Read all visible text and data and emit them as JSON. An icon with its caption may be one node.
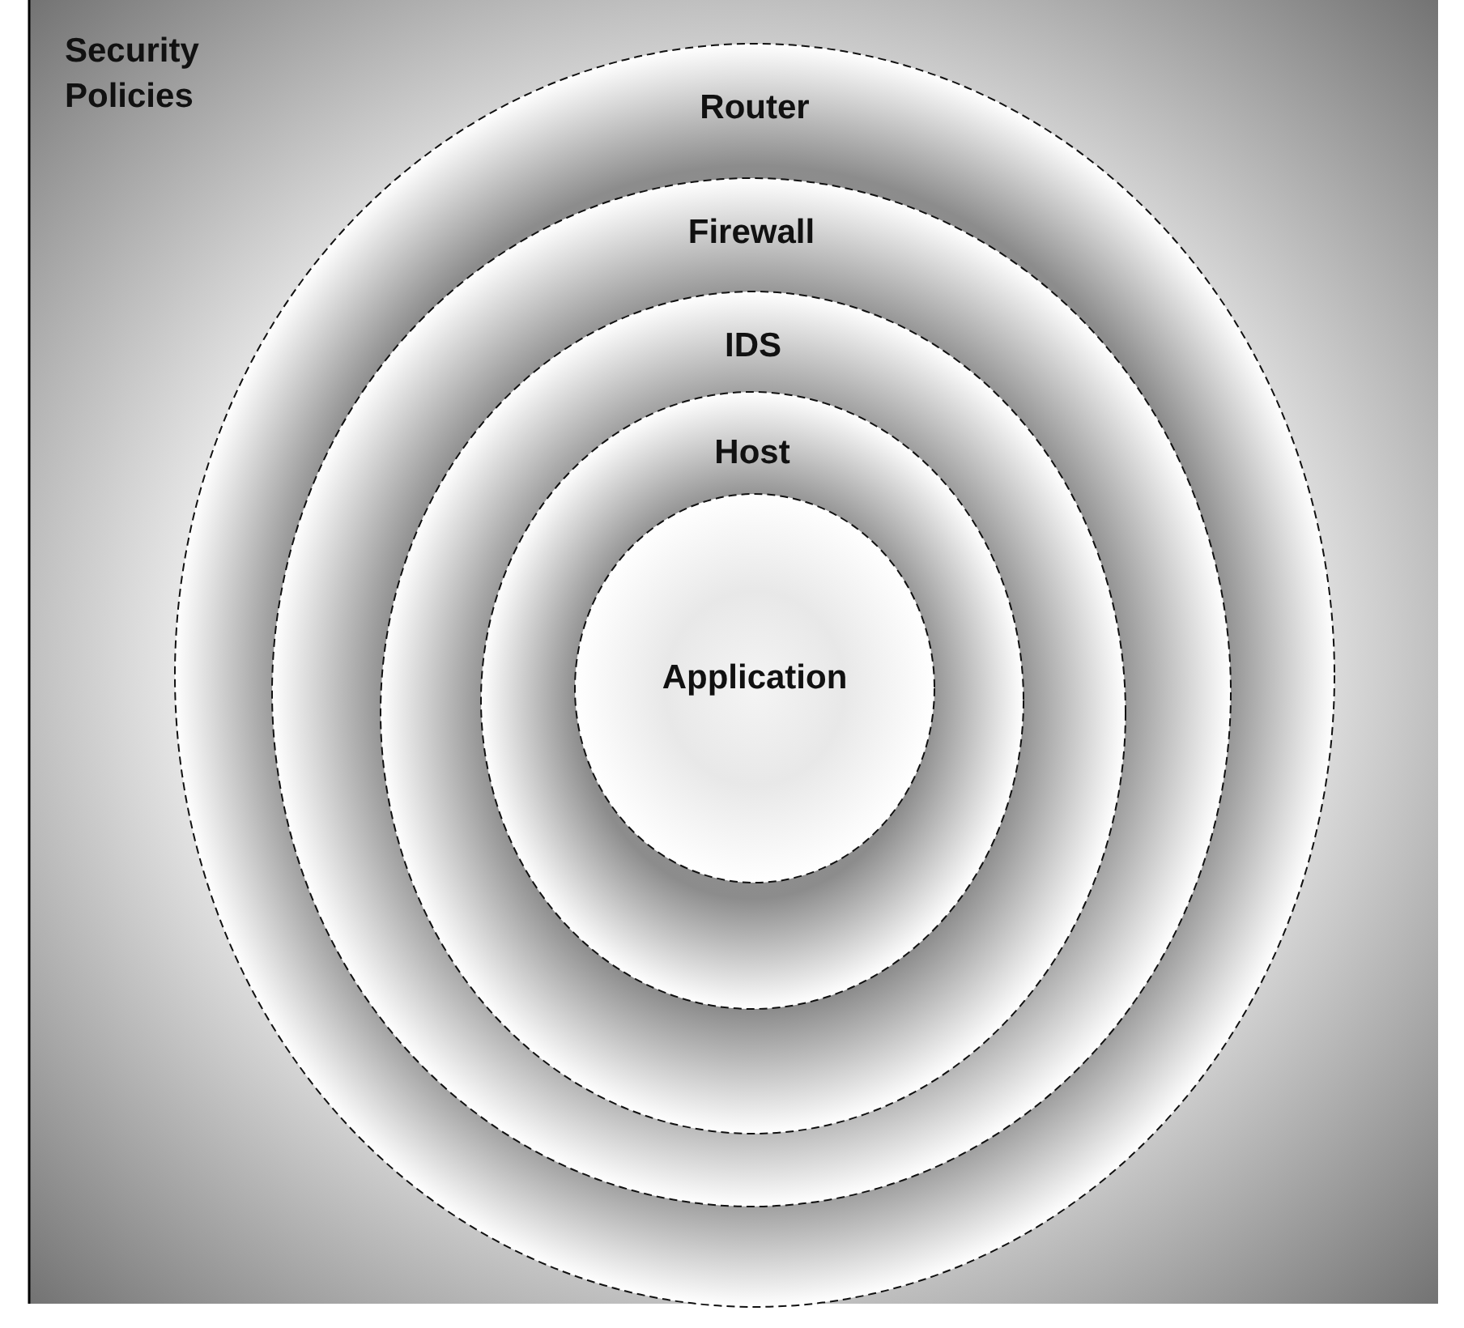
{
  "diagram": {
    "nodes": [
      {
        "text": [
          "Security Policies"
        ]
      },
      {
        "text": [
          "Router"
        ],
        "in": 0
      },
      {
        "text": [
          "Firewall"
        ],
        "in": 1
      },
      {
        "text": [
          "IDS"
        ],
        "in": 2
      },
      {
        "text": [
          "Host"
        ],
        "in": 3
      },
      {
        "text": [
          "Application"
        ],
        "in": 4
      }
    ]
  }
}
